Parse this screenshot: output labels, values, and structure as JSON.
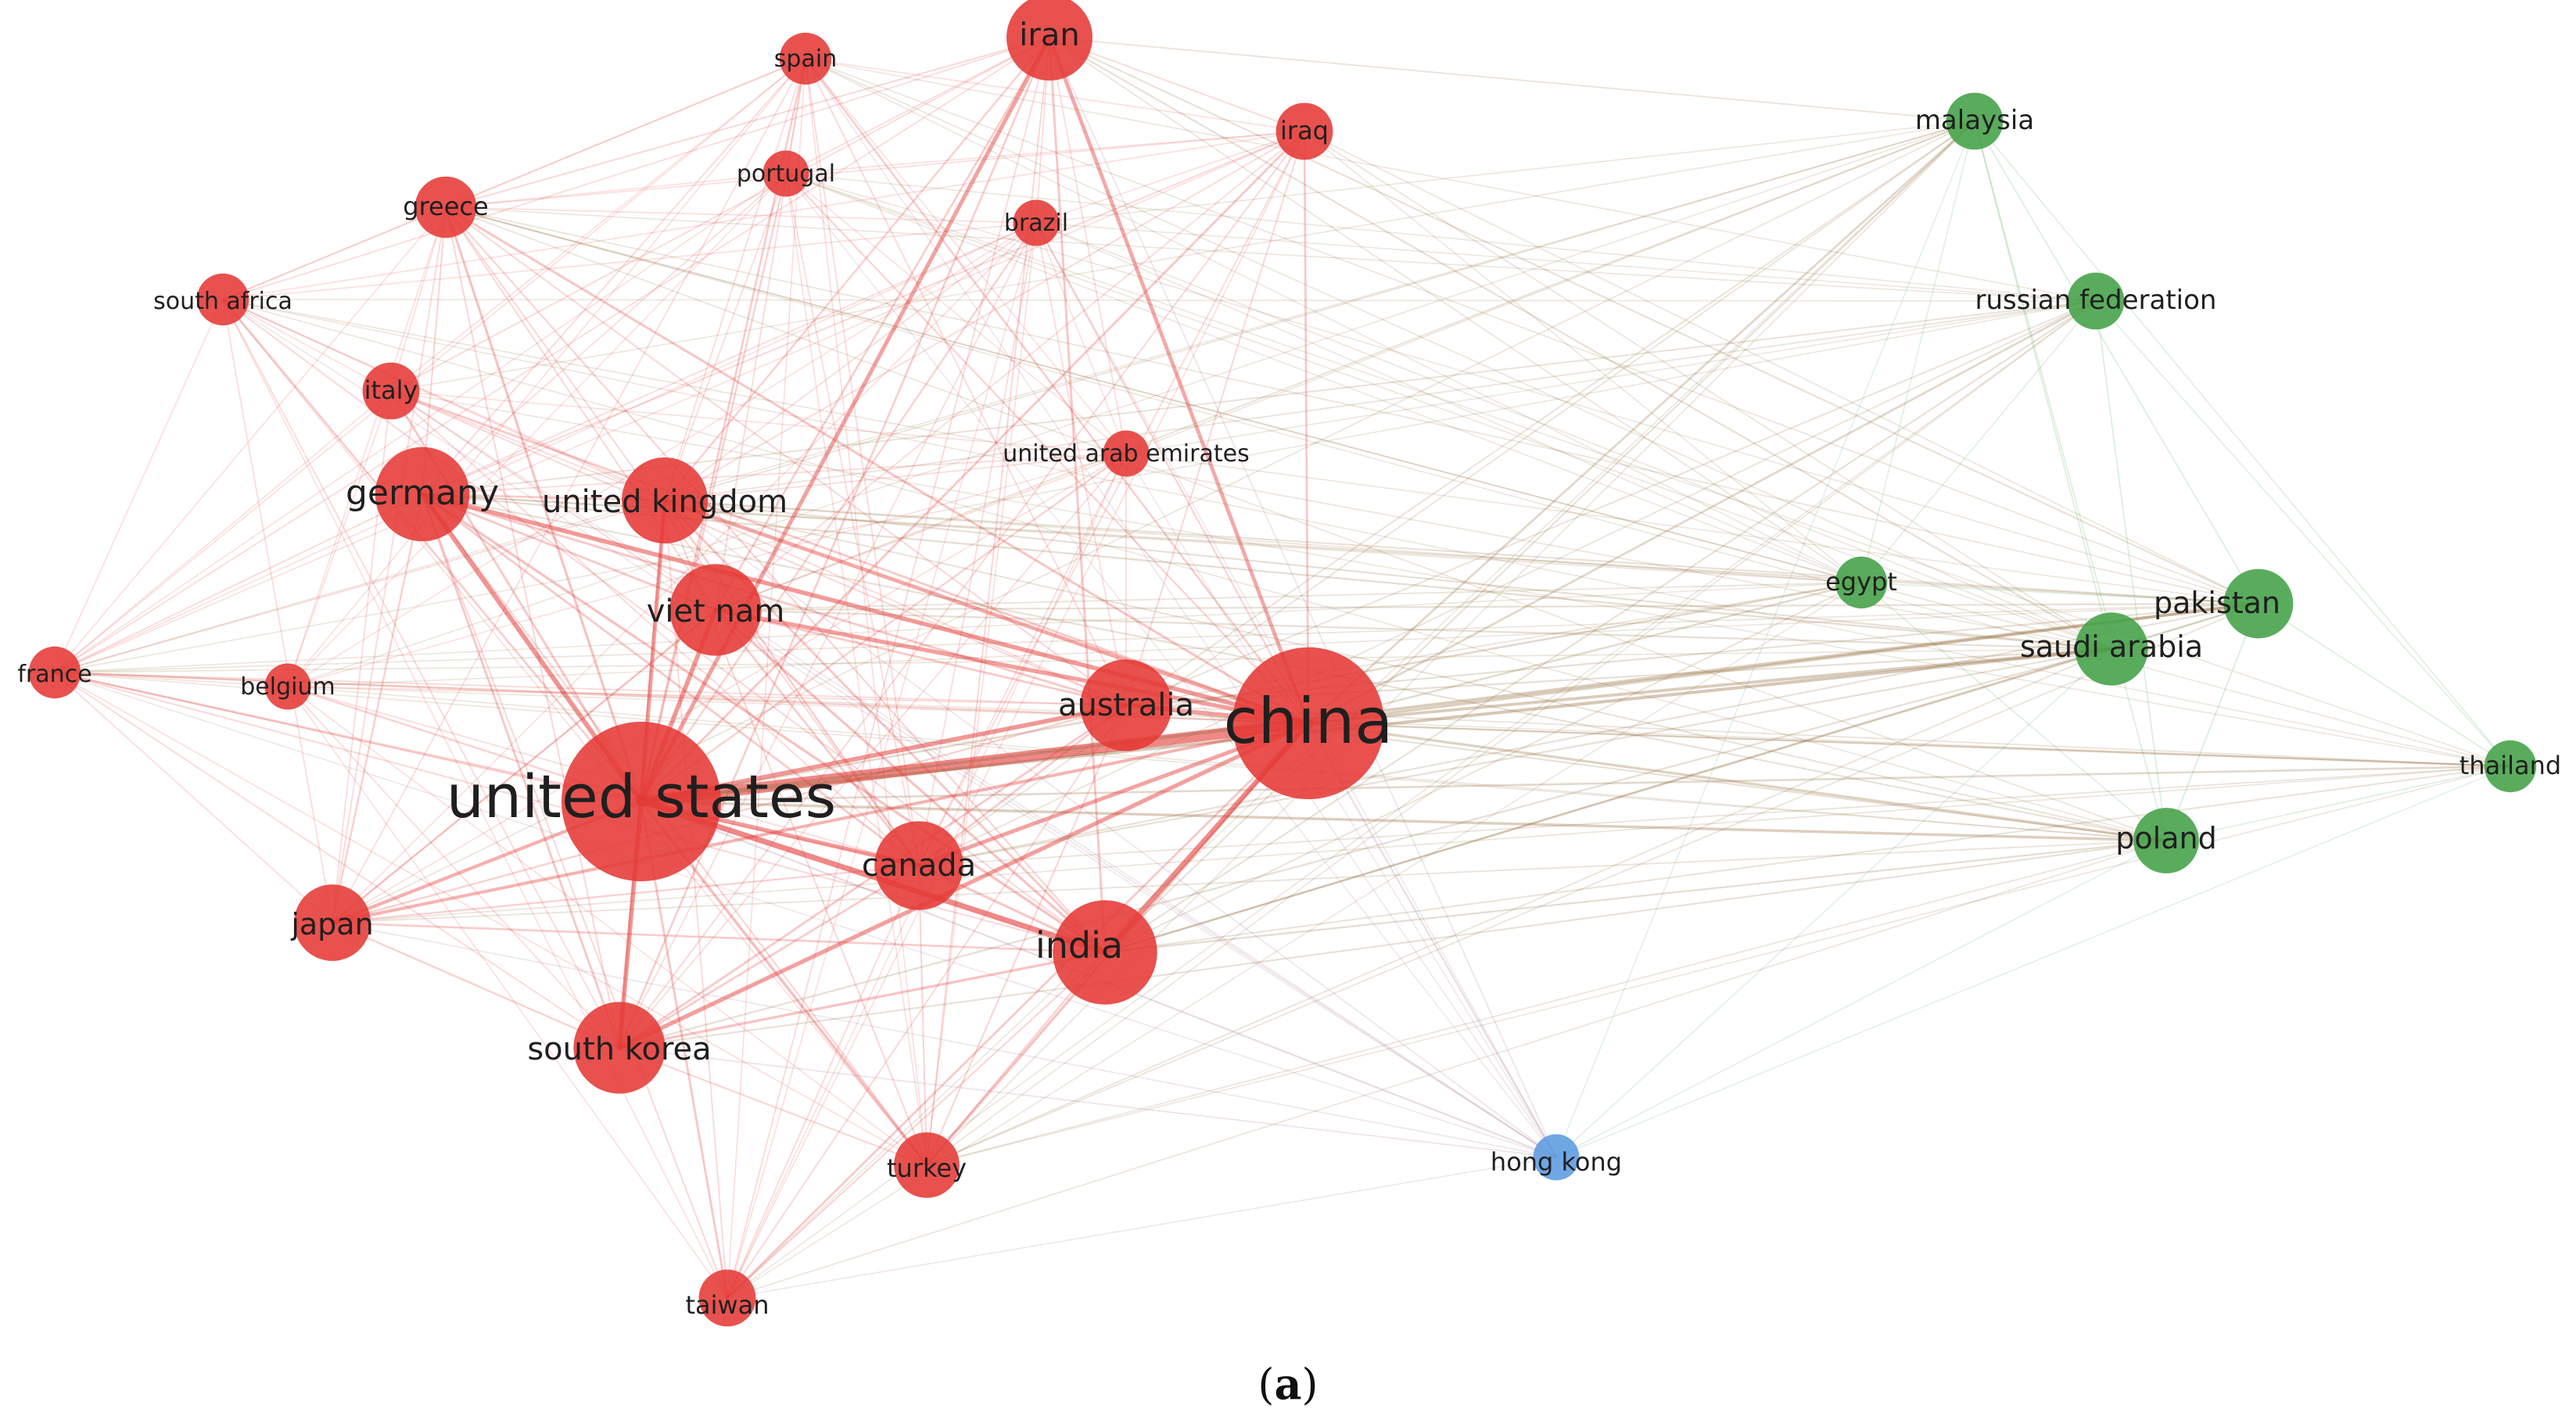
{
  "figure": {
    "caption_open": "(",
    "caption_letter": "a",
    "caption_close": ")"
  },
  "colors": {
    "red_cluster": "#e53935",
    "green_cluster": "#43a047",
    "blue_cluster": "#5b9be0",
    "background": "#ffffff",
    "label": "#1f1f1f",
    "faded_label": "#7a7a7a"
  },
  "chart_data": {
    "type": "network",
    "clusters": [
      "red",
      "green",
      "blue"
    ],
    "nodes": [
      {
        "id": "united_states",
        "label": "united states",
        "cluster": "red",
        "weight": 100
      },
      {
        "id": "china",
        "label": "china",
        "cluster": "red",
        "weight": 90
      },
      {
        "id": "india",
        "label": "india",
        "cluster": "red",
        "weight": 40
      },
      {
        "id": "south_korea",
        "label": "south korea",
        "cluster": "red",
        "weight": 30
      },
      {
        "id": "australia",
        "label": "australia",
        "cluster": "red",
        "weight": 30
      },
      {
        "id": "canada",
        "label": "canada",
        "cluster": "red",
        "weight": 28
      },
      {
        "id": "viet_nam",
        "label": "viet nam",
        "cluster": "red",
        "weight": 30
      },
      {
        "id": "germany",
        "label": "germany",
        "cluster": "red",
        "weight": 32
      },
      {
        "id": "united_kingdom",
        "label": "united kingdom",
        "cluster": "red",
        "weight": 26
      },
      {
        "id": "iran",
        "label": "iran",
        "cluster": "red",
        "weight": 26
      },
      {
        "id": "japan",
        "label": "japan",
        "cluster": "red",
        "weight": 20
      },
      {
        "id": "turkey",
        "label": "turkey",
        "cluster": "red",
        "weight": 14
      },
      {
        "id": "taiwan",
        "label": "taiwan",
        "cluster": "red",
        "weight": 10
      },
      {
        "id": "greece",
        "label": "greece",
        "cluster": "red",
        "weight": 12
      },
      {
        "id": "italy",
        "label": "italy",
        "cluster": "red",
        "weight": 10
      },
      {
        "id": "south_africa",
        "label": "south africa",
        "cluster": "red",
        "weight": 8
      },
      {
        "id": "france",
        "label": "france",
        "cluster": "red",
        "weight": 8
      },
      {
        "id": "belgium",
        "label": "belgium",
        "cluster": "red",
        "weight": 6
      },
      {
        "id": "spain",
        "label": "spain",
        "cluster": "red",
        "weight": 8
      },
      {
        "id": "portugal",
        "label": "portugal",
        "cluster": "red",
        "weight": 6
      },
      {
        "id": "brazil",
        "label": "brazil",
        "cluster": "red",
        "weight": 6
      },
      {
        "id": "iraq",
        "label": "iraq",
        "cluster": "red",
        "weight": 10
      },
      {
        "id": "united_arab_emirates",
        "label": "united arab emirates",
        "cluster": "red",
        "weight": 6
      },
      {
        "id": "malaysia",
        "label": "malaysia",
        "cluster": "green",
        "weight": 10
      },
      {
        "id": "russian_federation",
        "label": "russian federation",
        "cluster": "green",
        "weight": 10
      },
      {
        "id": "egypt",
        "label": "egypt",
        "cluster": "green",
        "weight": 8
      },
      {
        "id": "pakistan",
        "label": "pakistan",
        "cluster": "green",
        "weight": 16
      },
      {
        "id": "saudi_arabia",
        "label": "saudi arabia",
        "cluster": "green",
        "weight": 18
      },
      {
        "id": "thailand",
        "label": "thailand",
        "cluster": "green",
        "weight": 8
      },
      {
        "id": "poland",
        "label": "poland",
        "cluster": "green",
        "weight": 14
      },
      {
        "id": "hong_kong",
        "label": "hong kong",
        "cluster": "blue",
        "weight": 6
      }
    ]
  }
}
